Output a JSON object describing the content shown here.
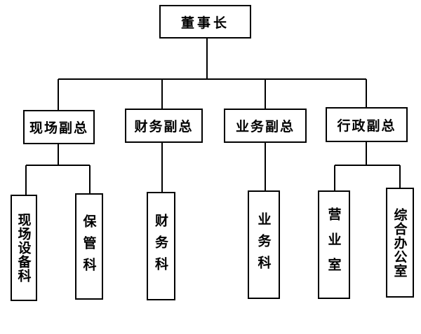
{
  "chairman": "董事长",
  "vice_presidents": [
    {
      "title": "现场副总",
      "departments": [
        "现场设备科",
        "保管科"
      ]
    },
    {
      "title": "财务副总",
      "departments": [
        "财务科"
      ]
    },
    {
      "title": "业务副总",
      "departments": [
        "业务科"
      ]
    },
    {
      "title": "行政副总",
      "departments": [
        "营业室",
        "综合办公室"
      ]
    }
  ]
}
